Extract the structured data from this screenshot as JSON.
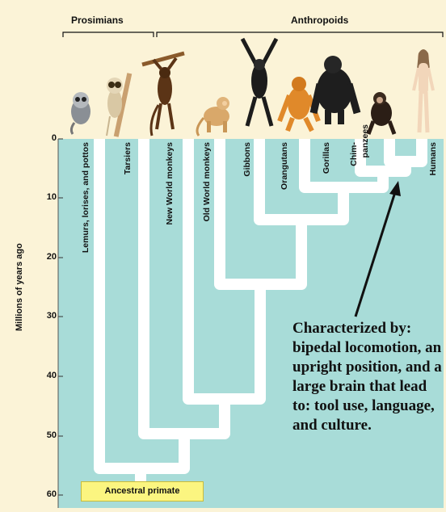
{
  "groups": {
    "prosimians": "Prosimians",
    "anthropoids": "Anthropoids"
  },
  "axis": {
    "title": "Millions of years ago",
    "ticks": [
      "0",
      "10",
      "20",
      "30",
      "40",
      "50",
      "60"
    ]
  },
  "taxa": {
    "lemurs": "Lemurs, lorises, and pottos",
    "tarsiers": "Tarsiers",
    "new_world_monkeys": "New World monkeys",
    "old_world_monkeys": "Old World monkeys",
    "gibbons": "Gibbons",
    "orangutans": "Orangutans",
    "gorillas": "Gorillas",
    "chimpanzees_line1": "Chim-",
    "chimpanzees_line2": "panzees",
    "humans": "Humans"
  },
  "root_label": "Ancestral primate",
  "annotation": "Characterized by:  bipedal locomotion, an upright position, and a large brain that lead to: tool use, language, and culture.",
  "colors": {
    "background": "#fbf3d7",
    "plot_area": "#a8dcd8",
    "branch": "#ffffff",
    "root_box": "#fbf580"
  },
  "icons": [
    "lemur-icon",
    "tarsier-icon",
    "spider-monkey-icon",
    "macaque-icon",
    "gibbon-icon",
    "orangutan-icon",
    "gorilla-icon",
    "chimpanzee-icon",
    "human-icon"
  ]
}
